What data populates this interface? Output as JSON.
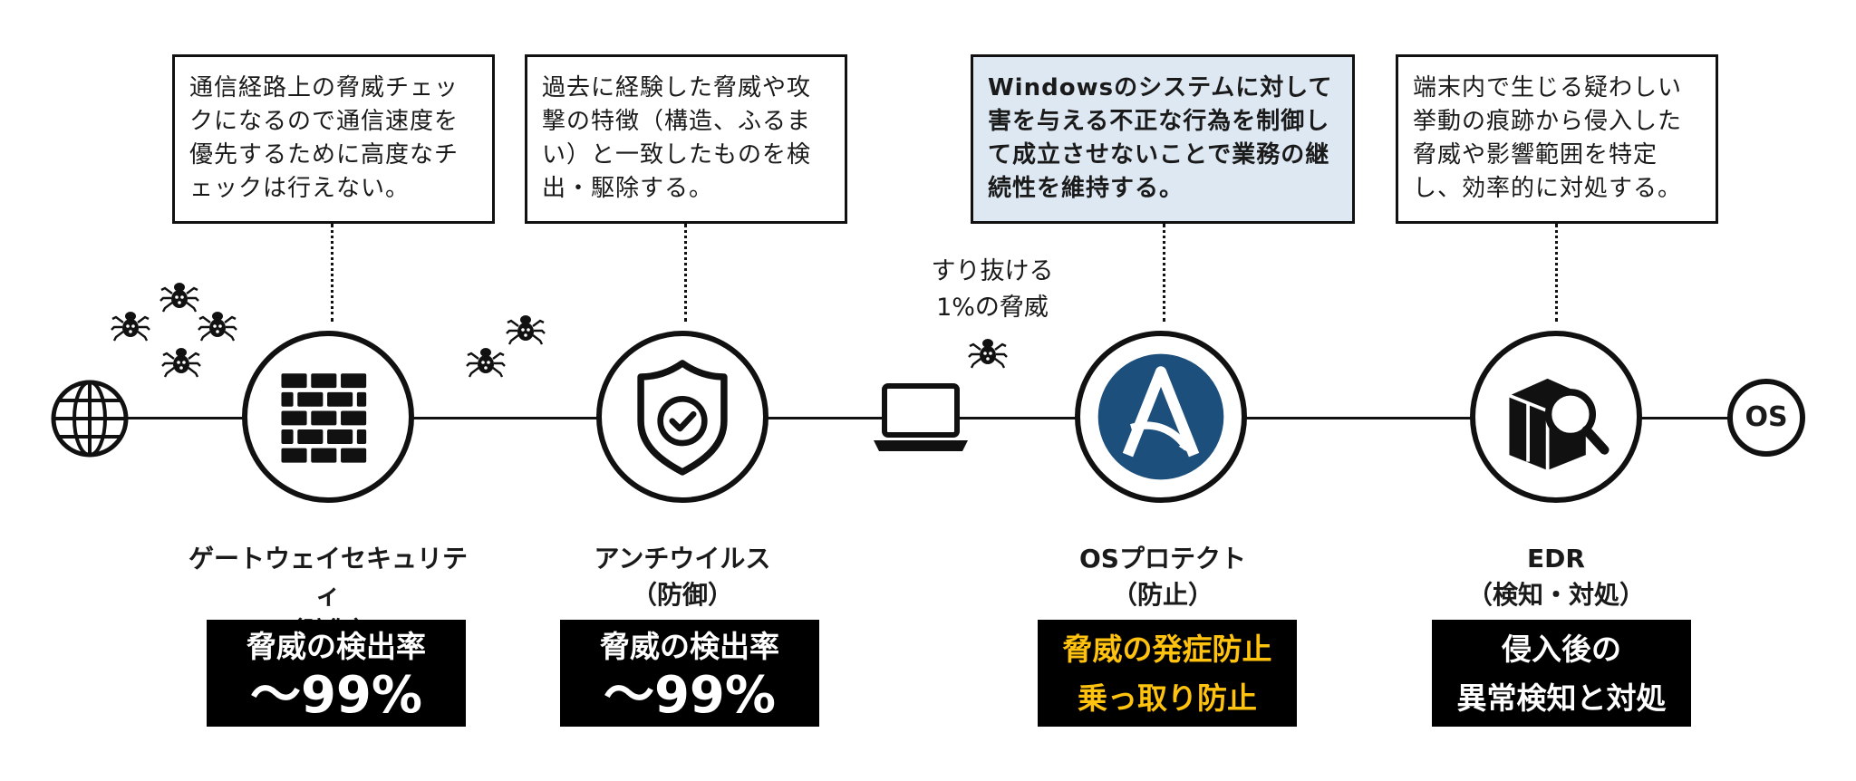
{
  "callouts": {
    "gateway": "通信経路上の脅威チェックになるので通信速度を優先するために高度なチェックは行えない。",
    "antivirus": "過去に経験した脅威や攻撃の特徴（構造、ふるまい）と一致したものを検出・駆除する。",
    "osprotect": "Windowsのシステムに対して害を与える不正な行為を制御して成立させないことで業務の継続性を維持する。",
    "edr": "端末内で生じる疑わしい挙動の痕跡から侵入した脅威や影響範囲を特定し、効率的に対処する。"
  },
  "threat_label": {
    "line1": "すり抜ける",
    "line2": "1%の脅威"
  },
  "nodes": {
    "gateway": {
      "name": "ゲートウェイセキュリティ",
      "sub": "（防御）",
      "stat1": "脅威の検出率",
      "stat2": "〜99%"
    },
    "antivirus": {
      "name": "アンチウイルス",
      "sub": "（防御）",
      "stat1": "脅威の検出率",
      "stat2": "〜99%"
    },
    "osprotect": {
      "name": "OSプロテクト",
      "sub": "（防止）",
      "stat1": "脅威の発症防止",
      "stat2": "乗っ取り防止"
    },
    "edr": {
      "name": "EDR",
      "sub": "（検知・対処）",
      "stat1": "侵入後の",
      "stat2": "異常検知と対処"
    }
  },
  "end_node": "OS",
  "icons": [
    "globe-icon",
    "firewall-icon",
    "shield-check-icon",
    "laptop-icon",
    "osprotect-logo-icon",
    "box-search-icon",
    "os-icon",
    "bug-icon"
  ],
  "colors": {
    "highlight_bg": "#dde8f3",
    "logo_blue": "#1d4f7c",
    "stat_yellow": "#ffc20e",
    "stat_bg": "#000000"
  }
}
